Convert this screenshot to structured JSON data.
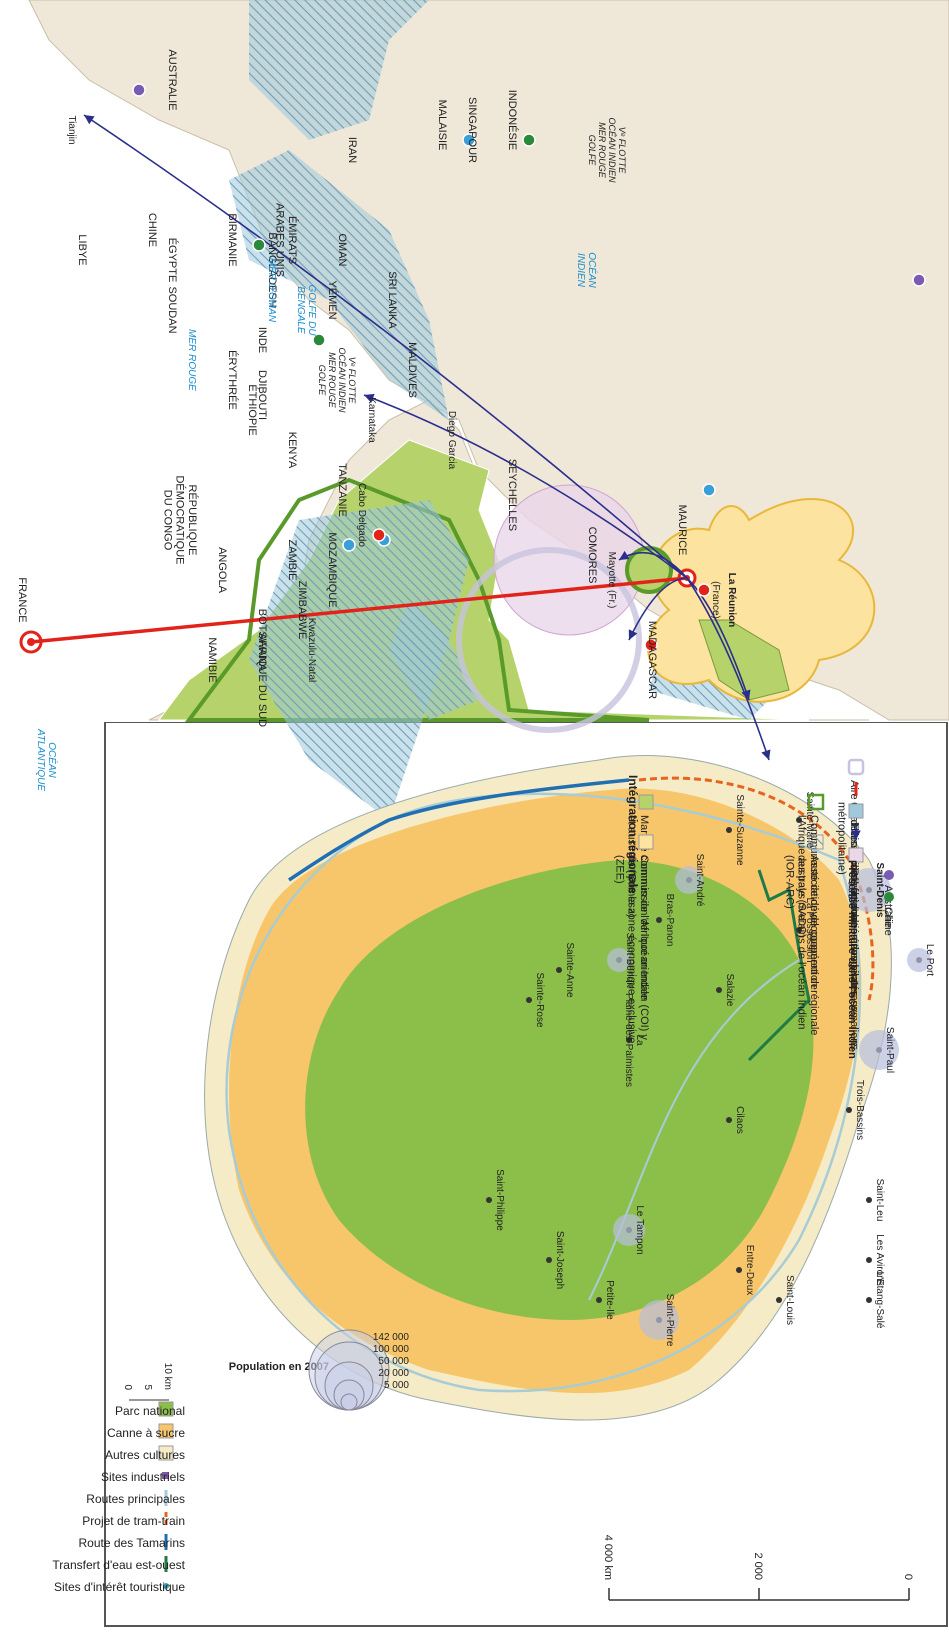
{
  "map": {
    "countries": [
      {
        "key": "china",
        "label": "CHINE"
      },
      {
        "key": "inde",
        "label": "INDE"
      },
      {
        "key": "bangladesh",
        "label": "BANGLADESH"
      },
      {
        "key": "birmanie",
        "label": "BIRMANIE"
      },
      {
        "key": "srilanka",
        "label": "SRI LANKA"
      },
      {
        "key": "maldives",
        "label": "MALDIVES"
      },
      {
        "key": "iran",
        "label": "IRAN"
      },
      {
        "key": "emirats",
        "label": "ÉMIRATS ARABES UNIS"
      },
      {
        "key": "oman",
        "label": "OMAN"
      },
      {
        "key": "yemen",
        "label": "YÉMEN"
      },
      {
        "key": "egypte",
        "label": "ÉGYPTE"
      },
      {
        "key": "libye",
        "label": "LIBYE"
      },
      {
        "key": "soudan",
        "label": "SOUDAN"
      },
      {
        "key": "erythree",
        "label": "ÉRYTHRÉE"
      },
      {
        "key": "djibouti",
        "label": "DJIBOUTI"
      },
      {
        "key": "ethiopie",
        "label": "ÉTHIOPIE"
      },
      {
        "key": "kenya",
        "label": "KENYA"
      },
      {
        "key": "tanzanie",
        "label": "TANZANIE"
      },
      {
        "key": "rdc",
        "label": "RÉPUBLIQUE DÉMOCRATIQUE DU CONGO"
      },
      {
        "key": "angola",
        "label": "ANGOLA"
      },
      {
        "key": "zambie",
        "label": "ZAMBIE"
      },
      {
        "key": "mozambique",
        "label": "MOZAMBIQUE"
      },
      {
        "key": "zimbabwe",
        "label": "ZIMBABWE"
      },
      {
        "key": "botswana",
        "label": "BOTSWANA"
      },
      {
        "key": "namibie",
        "label": "NAMIBIE"
      },
      {
        "key": "afriquesud",
        "label": "AFRIQUE DU SUD"
      },
      {
        "key": "kwazulu",
        "label": "Kwazulu-Natal"
      },
      {
        "key": "seychelles",
        "label": "SEYCHELLES"
      },
      {
        "key": "comores",
        "label": "COMORES"
      },
      {
        "key": "mayotte",
        "label": "Mayotte (Fr.)"
      },
      {
        "key": "madagascar",
        "label": "MADAGASCAR"
      },
      {
        "key": "maurice",
        "label": "MAURICE"
      },
      {
        "key": "malaisie",
        "label": "MALAISIE"
      },
      {
        "key": "singapour",
        "label": "SINGAPOUR"
      },
      {
        "key": "indonesie",
        "label": "INDONÉSIE"
      },
      {
        "key": "australie",
        "label": "AUSTRALIE"
      },
      {
        "key": "france",
        "label": "FRANCE"
      },
      {
        "key": "tianjin",
        "label": "Tianjin"
      },
      {
        "key": "karnataka",
        "label": "Karnataka"
      },
      {
        "key": "cabo",
        "label": "Cabo Delgado"
      },
      {
        "key": "diego",
        "label": "Diego Garcia"
      },
      {
        "key": "reunion",
        "label": "La Réunion"
      },
      {
        "key": "reunion_sub",
        "label": "(France)"
      }
    ],
    "seas": [
      {
        "key": "golfe_bengale",
        "label": "GOLFE DU BENGALE"
      },
      {
        "key": "ocean_indien",
        "label": "OCÉAN INDIEN"
      },
      {
        "key": "mer_oman",
        "label": "MER D'OMAN"
      },
      {
        "key": "mer_rouge",
        "label": "MER ROUGE"
      },
      {
        "key": "ocean_atlantique",
        "label": "OCÉAN ATLANTIQUE"
      }
    ],
    "fleet_labels": [
      {
        "key": "fleet_east",
        "label": "Vᵉ FLOTTE OCÉAN INDIEN MER ROUGE GOLFE"
      },
      {
        "key": "fleet_west",
        "label": "Vᵉ FLOTTE OCÉAN INDIEN MER ROUGE GOLFE"
      }
    ],
    "scale": {
      "ticks": [
        "0",
        "2 000",
        "4 000 km"
      ]
    }
  },
  "legend": {
    "title": "Intégration régionale",
    "items": [
      {
        "label": "Marché commun de l'Afrique orientale et australe (Comesa)"
      },
      {
        "label": "Commission de l'océan Indien (COI) y compris la zone économique exclusive (ZEE)"
      },
      {
        "label": "Communauté de développement de l'Afrique australe (SADC)"
      },
      {
        "label": "Association de coopération régionale des pays riverains de l'océan Indien (IOR-ARC)"
      },
      {
        "label": "Aire swahilie"
      },
      {
        "label": "Cordon ombilical (attache métropolitaine)"
      },
      {
        "label": "Puissances régionales émergentes"
      },
      {
        "label": "Accords de coopération bilatéraux"
      },
      {
        "label": "Rayon d'action des pirates somaliens"
      }
    ],
    "military_title": "Présence militaire dans l'océan Indien",
    "military": [
      {
        "label": "Australie"
      },
      {
        "label": "Chine"
      },
      {
        "label": "France"
      },
      {
        "label": "Etats-Unis"
      }
    ],
    "colors": {
      "comesa": "#b5d36a",
      "coi": "#fde3a0",
      "sadc": "#5a9a2a",
      "ioarc": "#9fc9dc",
      "swahili": "#c7c3df",
      "red": "#e2231a",
      "blue": "#2b2f8c",
      "pirates": "#ead7ea",
      "land": "#efe7d8",
      "sea": "#ffffff"
    }
  },
  "inset": {
    "places": [
      {
        "key": "saint_denis",
        "label": "Saint-Denis"
      },
      {
        "key": "sainte_marie",
        "label": "Sainte-Marie"
      },
      {
        "key": "sainte_suzanne",
        "label": "Sainte-Suzanne"
      },
      {
        "key": "saint_andre",
        "label": "Saint-André"
      },
      {
        "key": "bras_panon",
        "label": "Bras-Panon"
      },
      {
        "key": "saint_benoit",
        "label": "Saint-Benoît"
      },
      {
        "key": "sainte_anne",
        "label": "Sainte-Anne"
      },
      {
        "key": "sainte_rose",
        "label": "Sainte-Rose"
      },
      {
        "key": "saint_philippe",
        "label": "Saint-Philippe"
      },
      {
        "key": "saint_joseph",
        "label": "Saint-Joseph"
      },
      {
        "key": "petite_ile",
        "label": "Petite-Ile"
      },
      {
        "key": "saint_pierre",
        "label": "Saint-Pierre"
      },
      {
        "key": "le_tampon",
        "label": "Le Tampon"
      },
      {
        "key": "la_plaine",
        "label": "La Plaine-des-Palmistes"
      },
      {
        "key": "salazie",
        "label": "Salazie"
      },
      {
        "key": "cilaos",
        "label": "Cilaos"
      },
      {
        "key": "entre_deux",
        "label": "Entre-Deux"
      },
      {
        "key": "saint_louis",
        "label": "Saint-Louis"
      },
      {
        "key": "etang_sale",
        "label": "L'Etang-Salé"
      },
      {
        "key": "les_avirons",
        "label": "Les Avirons"
      },
      {
        "key": "saint_leu",
        "label": "Saint-Leu"
      },
      {
        "key": "trois_bassins",
        "label": "Trois-Bassins"
      },
      {
        "key": "saint_paul",
        "label": "Saint-Paul"
      },
      {
        "key": "le_port",
        "label": "Le Port"
      },
      {
        "key": "la_possession",
        "label": "La Possession"
      }
    ],
    "legend": [
      {
        "label": "Parc national"
      },
      {
        "label": "Canne à sucre"
      },
      {
        "label": "Autres cultures"
      },
      {
        "label": "Sites industriels"
      },
      {
        "label": "Routes principales"
      },
      {
        "label": "Projet de tram-train"
      },
      {
        "label": "Route des Tamarins"
      },
      {
        "label": "Transfert d'eau est-ouest"
      },
      {
        "label": "Sites d'intérêt touristique"
      }
    ],
    "scale": {
      "ticks": [
        "0",
        "5",
        "10 km"
      ]
    },
    "population": {
      "title": "Population en 2007",
      "values": [
        "142 000",
        "100 000",
        "50 000",
        "20 000",
        "5 000"
      ]
    },
    "colors": {
      "park": "#8cbf4a",
      "cane": "#f7c66a",
      "other": "#f6ebc7",
      "tram": "#e8641c",
      "tamarins": "#1f6fb2",
      "water": "#1e7b46",
      "roads": "#a7ccd6",
      "rivers": "#3aa5b8"
    }
  }
}
